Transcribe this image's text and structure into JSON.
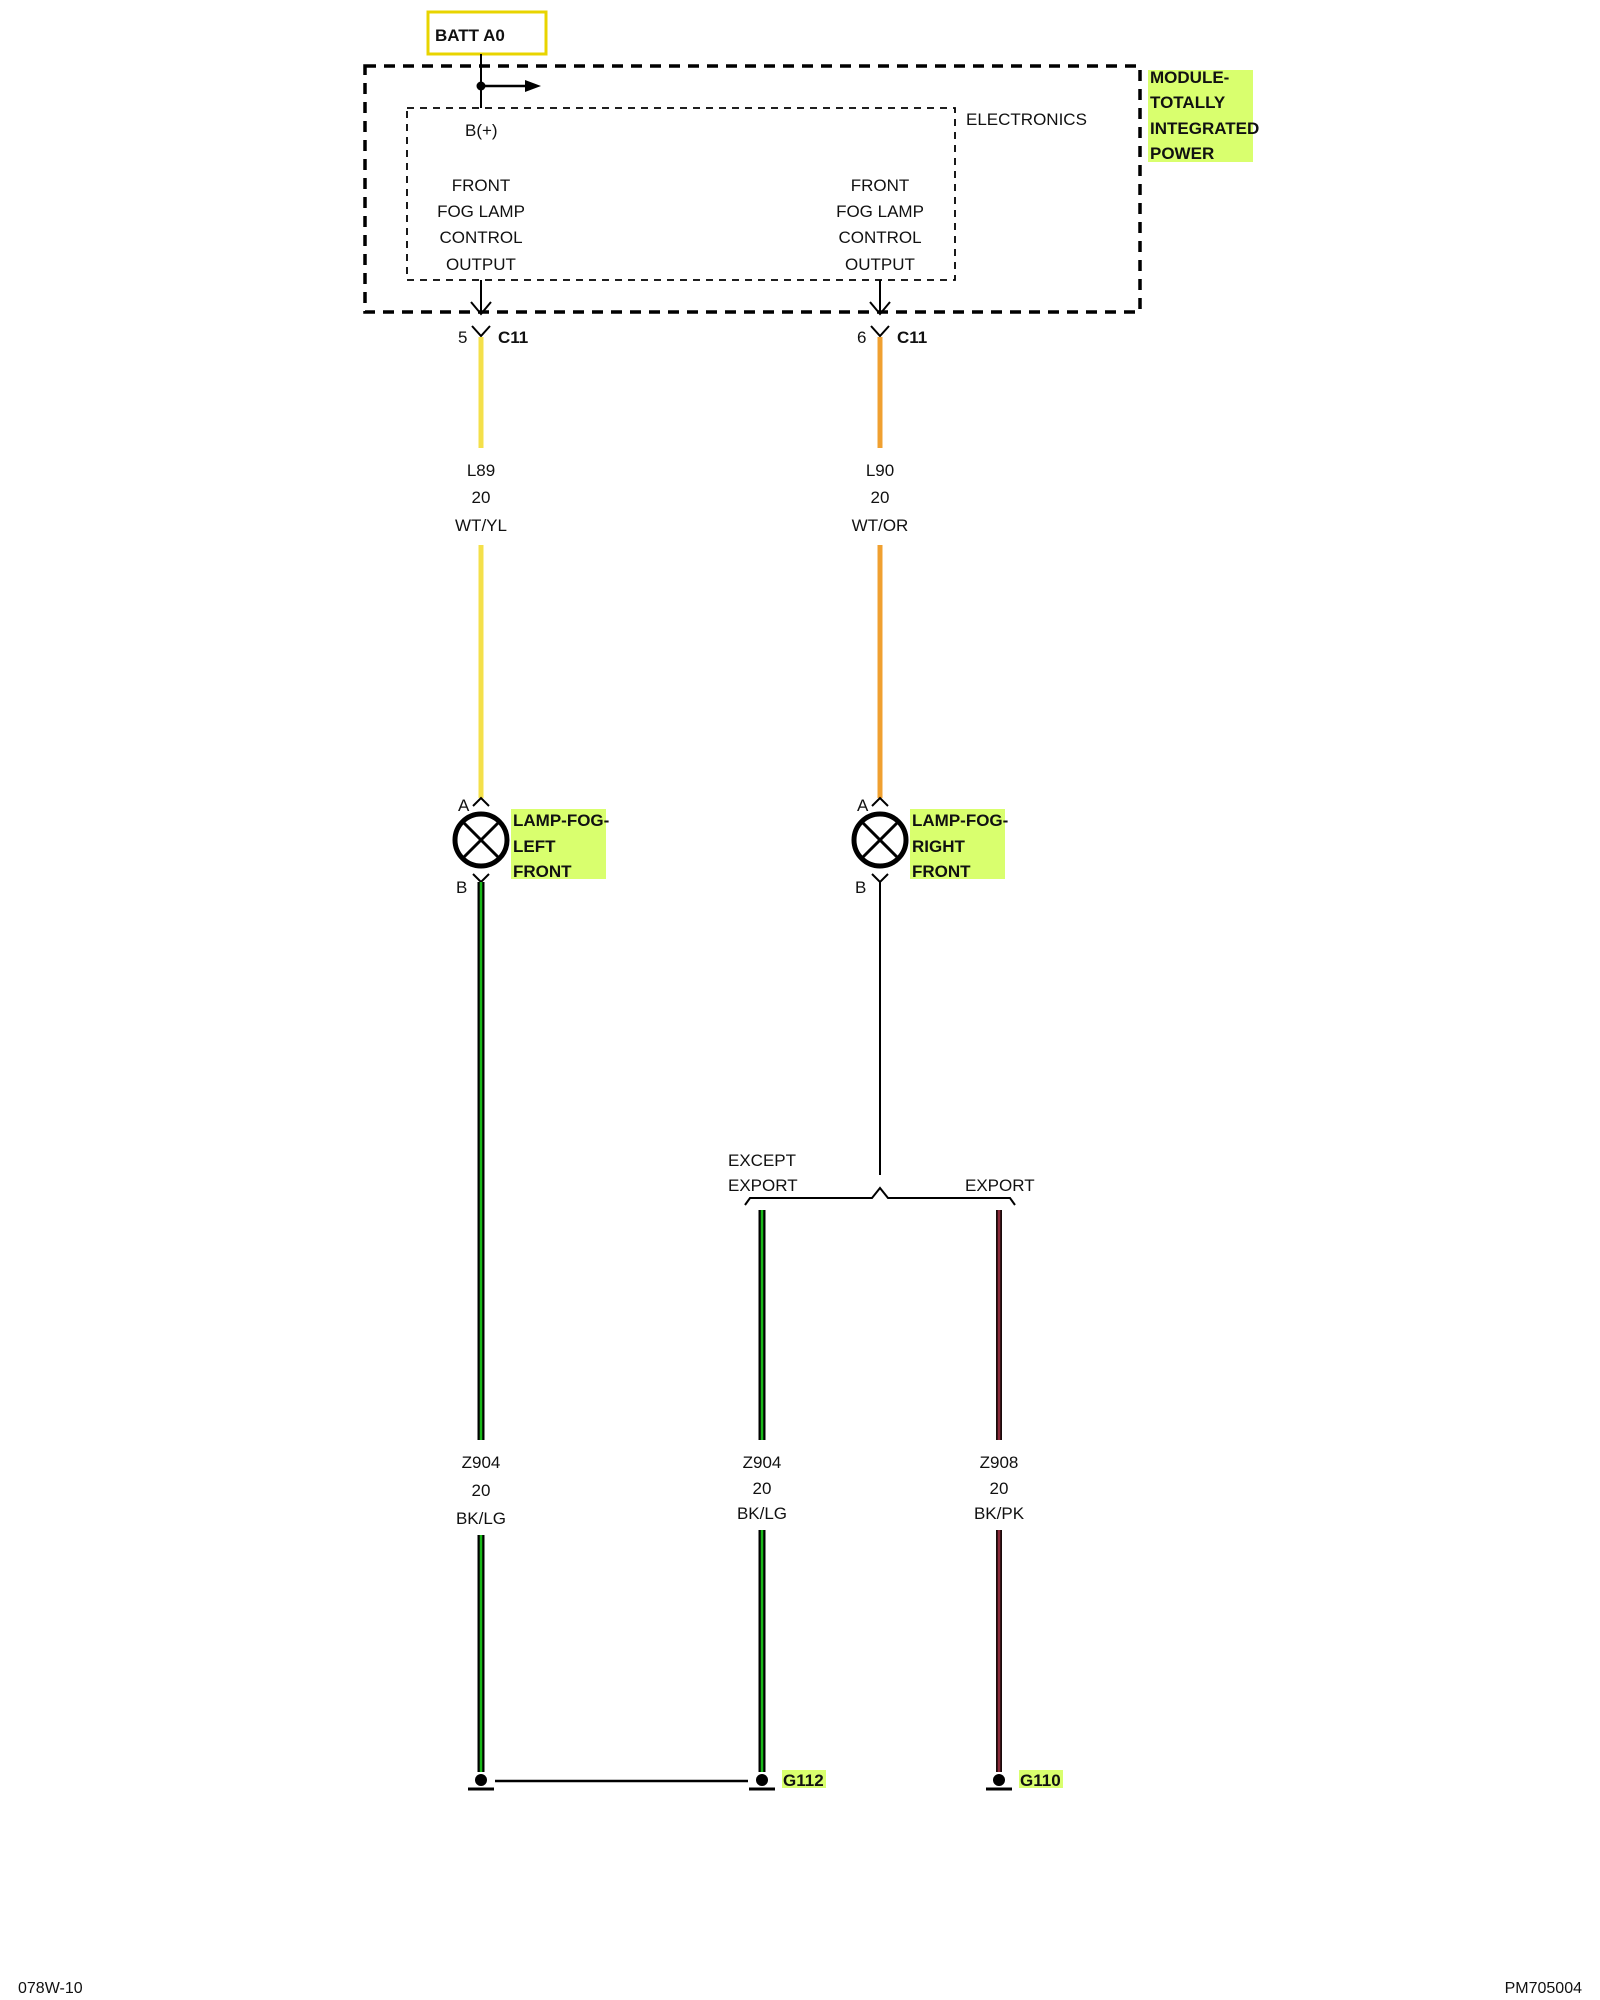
{
  "batt_label": "BATT A0",
  "module": {
    "name_lines": [
      "MODULE-",
      "TOTALLY",
      "INTEGRATED",
      "POWER"
    ],
    "electronics": "ELECTRONICS",
    "bplus": "B(+)",
    "left_output_lines": [
      "FRONT",
      "FOG LAMP",
      "CONTROL",
      "OUTPUT"
    ],
    "right_output_lines": [
      "FRONT",
      "FOG LAMP",
      "CONTROL",
      "OUTPUT"
    ]
  },
  "connectors": {
    "left": {
      "pin": "5",
      "name": "C11"
    },
    "right": {
      "pin": "6",
      "name": "C11"
    }
  },
  "wires": {
    "l89": {
      "circuit": "L89",
      "gauge": "20",
      "color": "WT/YL"
    },
    "l90": {
      "circuit": "L90",
      "gauge": "20",
      "color": "WT/OR"
    },
    "z904_left": {
      "circuit": "Z904",
      "gauge": "20",
      "color": "BK/LG"
    },
    "z904_mid": {
      "circuit": "Z904",
      "gauge": "20",
      "color": "BK/LG"
    },
    "z908": {
      "circuit": "Z908",
      "gauge": "20",
      "color": "BK/PK"
    }
  },
  "lamps": {
    "left": {
      "pin_a": "A",
      "pin_b": "B",
      "name_lines": [
        "LAMP-FOG-",
        "LEFT",
        "FRONT"
      ]
    },
    "right": {
      "pin_a": "A",
      "pin_b": "B",
      "name_lines": [
        "LAMP-FOG-",
        "RIGHT",
        "FRONT"
      ]
    }
  },
  "options": {
    "except_export_lines": [
      "EXCEPT",
      "EXPORT"
    ],
    "export": "EXPORT"
  },
  "grounds": {
    "g112": "G112",
    "g110": "G110"
  },
  "footer": {
    "left": "078W-10",
    "right": "PM705004"
  },
  "colors": {
    "highlight": "#d9ff6e",
    "batt_border": "#e8d400",
    "wire_yellow": "#f4e04a",
    "wire_orange": "#f0a030",
    "wire_green": "#18b818",
    "wire_pink": "#8a2a3a"
  }
}
